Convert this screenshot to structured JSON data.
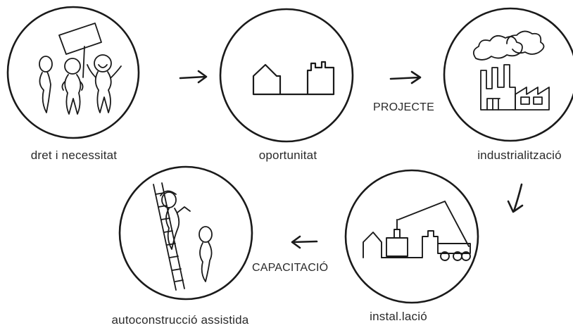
{
  "steps": [
    {
      "label": "dret i necessitat"
    },
    {
      "label": "oportunitat"
    },
    {
      "label": "industrialització"
    },
    {
      "label": "instal.lació"
    },
    {
      "label": "autoconstrucció assistida"
    }
  ],
  "transitions": {
    "projecte": "PROJECTE",
    "capacitacio": "CAPACITACIÓ"
  }
}
